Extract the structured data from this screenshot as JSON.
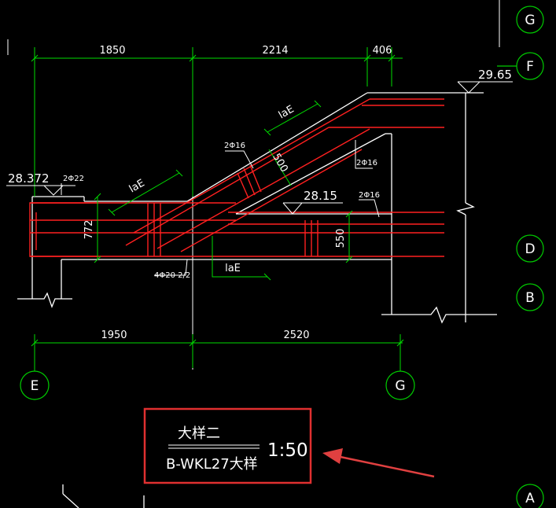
{
  "colors": {
    "background": "#000000",
    "line": "#ffffff",
    "rebar": "#ff2020",
    "dimension": "#00dd00",
    "grid_bubble": "#00cc00",
    "highlight_box": "#e03030",
    "arrow": "#e04040"
  },
  "grid_bubbles": {
    "top_g": "G",
    "top_f": "F",
    "right_d": "D",
    "right_b": "B",
    "bottom_e": "E",
    "bottom_g": "G",
    "bottom_a": "A"
  },
  "dimensions": {
    "top_1": "1850",
    "top_2": "2214",
    "top_3": "406",
    "bottom_1": "1950",
    "bottom_2": "2520",
    "beam_depth_left": "772",
    "beam_depth_right": "550",
    "slope_depth": "500",
    "lae_1": "laE",
    "lae_2": "laE",
    "lae_3": "laE"
  },
  "elevations": {
    "left": "28.372",
    "middle": "28.15",
    "right": "29.65"
  },
  "rebar_labels": {
    "top_left": "2Φ22",
    "slope_top": "2Φ16",
    "right_upper": "2Φ16",
    "right_lower": "2Φ16",
    "bottom": "4Φ20 2/2"
  },
  "title_block": {
    "title_main": "大样二",
    "title_sub": "B-WKL27大样",
    "scale": "1:50"
  }
}
